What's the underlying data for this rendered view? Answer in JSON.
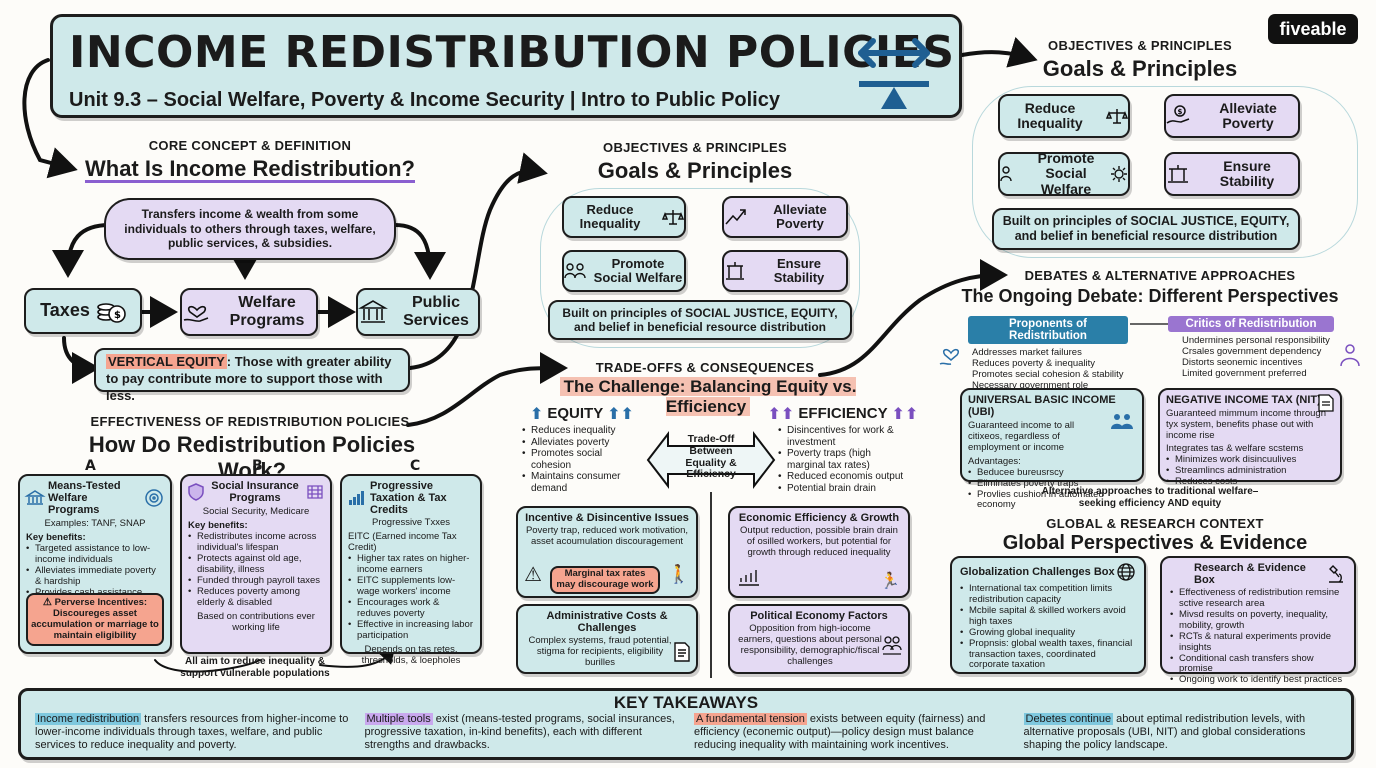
{
  "brand": "fiveable",
  "header": {
    "title": "INCOME REDISTRIBUTION POLICIES",
    "subtitle": "Unit 9.3 – Social Welfare, Poverty & Income Security | Intro to Public Policy"
  },
  "core": {
    "kicker": "CORE CONCEPT & DEFINITION",
    "heading": "What Is Income Redistribution?",
    "definition": "Transfers income & wealth from some individuals to others through taxes, welfare, public services, & subsidies.",
    "taxes": "Taxes",
    "welfare": "Welfare Programs",
    "public": "Public Services",
    "vertical_label": "VERTICAL EQUITY",
    "vertical_text": ": Those with greater ability to pay contribute more to support those with less."
  },
  "goals_mid": {
    "kicker": "OBJECTIVES & PRINCIPLES",
    "heading": "Goals & Principles",
    "reduce": "Reduce Inequality",
    "alleviate": "Alleviate Poverty",
    "promote": "Promote Social Welfare",
    "ensure": "Ensure Stability",
    "principles": "Built on principles of SOCIAL JUSTICE, EQUITY, and belief in beneficial resource distribution"
  },
  "goals_right": {
    "kicker": "OBJECTIVES & PRINCIPLES",
    "heading": "Goals & Principles",
    "reduce": "Reduce Inequality",
    "alleviate": "Alleviate Poverty",
    "promote": "Promote Social Welfare",
    "ensure": "Ensure Stability",
    "principles": "Built on principles of SOCIAL JUSTICE, EQUITY, and belief in beneficial resource distribution"
  },
  "effect": {
    "kicker": "EFFECTIVENESS OF REDISTRIBUTION POLICIES",
    "heading": "How Do Redistribution Policies Work?",
    "a": {
      "letter": "A",
      "title": "Means-Tested Welfare Programs",
      "examples": "Examples: TANF, SNAP",
      "kb": "Key benefits:",
      "items": [
        "Targeted assistance to low-income individuals",
        "Alleviates immediate poverty & hardship",
        "Provides cash assistance, food stamps, support"
      ],
      "warn_title": "Perverse Incentives:",
      "warn_text": "Discoureges asset accumulation or marriage to maintain eligibility"
    },
    "b": {
      "letter": "B",
      "title": "Social Insurance Programs",
      "examples": "Social Security, Medicare",
      "kb": "Key benefits:",
      "items": [
        "Redistributes income across individual's lifespan",
        "Protects against old age, disability, illness",
        "Funded through payroll taxes",
        "Reduces poverty among elderly & disabled"
      ],
      "foot": "Based on contributions ever working life"
    },
    "c": {
      "letter": "C",
      "title": "Progressive Taxation & Tax Credits",
      "sub": "Progressive Txxes",
      "examples": "EITC (Earned income Tax Credit)",
      "items": [
        "Higher tax rates on higher-income earners",
        "EITC supplements low-wage workers' income",
        "Encourages work & reduves poverty",
        "Effective in increasing labor participation"
      ],
      "foot": "Depends on tas retes, thresholds, & loepholes"
    },
    "aim": "All aim to reduce inequality & support vulnerable populations"
  },
  "tradeoff": {
    "kicker": "TRADE-OFFS & CONSEQUENCES",
    "heading": "The Challenge: Balancing Equity vs. Efficiency",
    "equity_title": "EQUITY",
    "equity_items": [
      "Reduces inequality",
      "Alleviates poverty",
      "Promotes social cohesion",
      "Maintains consumer demand"
    ],
    "efficiency_title": "EFFICIENCY",
    "efficiency_items": [
      "Disincentives for work & investment",
      "Poverty traps (high marginal tax rates)",
      "Reduced economis output",
      "Potential brain drain"
    ],
    "center": "Trade-Off Between Equality & Efficiency",
    "incentive_title": "Incentive & Disincentive Issues",
    "incentive_text": "Poverty trap, reduced work motivation, asset acoumulation discouragement",
    "incentive_warn": "Marginal tax rates may discourage work",
    "econ_title": "Economic Efficiency & Growth",
    "econ_text": "Output reduction, possible brain drain of osilled workers, but potential for growth through reduced inequality",
    "admin_title": "Administrative Costs & Challenges",
    "admin_text": "Complex systems, fraud potential, stigma for recipients, eligibility burilles",
    "polit_title": "Political Economy Factors",
    "polit_text": "Opposition from high-iocome earners, questions about personal responsibility, demographic/fiscal challenges"
  },
  "debates": {
    "kicker": "DEBATES & ALTERNATIVE APPROACHES",
    "heading": "The Ongoing Debate: Different Perspectives",
    "pro_title": "Proponents of Redistribution",
    "pro_items": [
      "Addresses market failures",
      "Reduces poverty & inequality",
      "Promotes secial cohesion & stability",
      "Necessary government role"
    ],
    "crit_title": "Critics of Redistribution",
    "crit_items": [
      "Undermines personal responsibility",
      "Crsales government dependency",
      "Distorts seonemic incentives",
      "Limited government preferred"
    ],
    "ubi_title": "UNIVERSAL BASIC INCOME (UBI)",
    "ubi_text": "Guaranteed income to all citixeos, regardless of employment or income",
    "ubi_adv": "Advantages:",
    "ubi_items": [
      "Beducee bureusrscy",
      "Eliminates poverty traps",
      "Provlies cushion in automated economy"
    ],
    "nit_title": "NEGATIVE INCOME TAX (NIT)",
    "nit_text": "Guaranteed mimmum income through tyx system, benefits phase out with income rise",
    "nit_sub": "Integrates tas & welfare scstems",
    "nit_items": [
      "Minimizes work disincuulives",
      "Streamlincs administration",
      "Reduces costs"
    ],
    "alt": "Alternative approaches to traditional welfare– seeking efficiency AND equity"
  },
  "global": {
    "kicker": "GLOBAL & RESEARCH CONTEXT",
    "heading": "Global Perspectives & Evidence",
    "glob_title": "Globalization Challenges Box",
    "glob_items": [
      "International tax competition limits redistribution capacity",
      "Mcbile sapital & skilled workers avoid high taxes",
      "Growing global inequality",
      "Propnsis: global wealth taxes, financial transaction taxes, coordinated corporate taxation"
    ],
    "res_title": "Research & Evidence Box",
    "res_items": [
      "Effectiveness of redistribution remsine sctive research area",
      "Mivsd results on poverty, inequality, mobility, growth",
      "RCTs & natural experiments provide insights",
      "Conditional cash transfers show promise",
      "Ongoing work to identify best practices"
    ]
  },
  "takeaways": {
    "title": "KEY TAKEAWAYS",
    "t1_hl": "Income redistribution",
    "t1": " transfers resources from higher-income to lower-income individuals through taxes, welfare, and public services to reduce inequality and poverty.",
    "t2_hl": "Multiple tools",
    "t2": " exist (means-tested programs, social insurances, progressive taxation, in-kind benefits), each with different strengths and drawbacks.",
    "t3_hl": "A fundamental tension",
    "t3": " exists between equity (fairness) and efficiency (econemic output)—policy design must balance reducing inequality with maintaining work incentives.",
    "t4_hl": "Debetes continue",
    "t4": " about eptimal redistribution levels, with alternative proposals (UBI, NIT) and global considerations shaping the policy landscape."
  },
  "colors": {
    "teal": "#cfe9ea",
    "purple": "#e4daf3",
    "red": "#f5a48f",
    "blue_icon": "#2a6fa8",
    "purple_icon": "#7a4fbf"
  }
}
